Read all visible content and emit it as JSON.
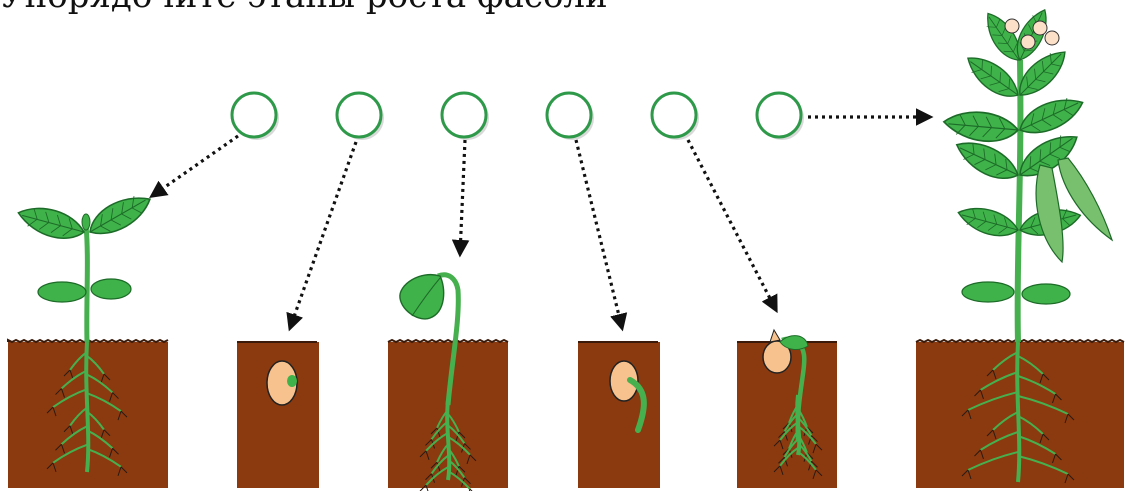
{
  "caption": "Упорядочите этапы роста фасоли",
  "colors": {
    "soil": "#8b3a0f",
    "soil_edge": "#3a1a0a",
    "leaf": "#3fb24a",
    "leaf_dark": "#1d6b28",
    "stem": "#46b04e",
    "root": "#2a1a12",
    "seed": "#f7c28e",
    "circle": "#2e9a49",
    "pod": "#79c06e"
  },
  "answer_circles": [
    {
      "name": "answer-circle-1",
      "value": ""
    },
    {
      "name": "answer-circle-2",
      "value": ""
    },
    {
      "name": "answer-circle-3",
      "value": ""
    },
    {
      "name": "answer-circle-4",
      "value": ""
    },
    {
      "name": "answer-circle-5",
      "value": ""
    },
    {
      "name": "answer-circle-6",
      "value": ""
    }
  ],
  "stages": [
    {
      "name": "stage-young-plant",
      "icon": "young-bean-plant-icon"
    },
    {
      "name": "stage-seed",
      "icon": "bean-seed-icon"
    },
    {
      "name": "stage-hooked-sprout",
      "icon": "hooked-sprout-icon"
    },
    {
      "name": "stage-germinating-seed",
      "icon": "germinating-seed-icon"
    },
    {
      "name": "stage-emerging-seedling",
      "icon": "emerging-seedling-icon"
    },
    {
      "name": "stage-mature-plant",
      "icon": "mature-bean-plant-icon"
    }
  ]
}
